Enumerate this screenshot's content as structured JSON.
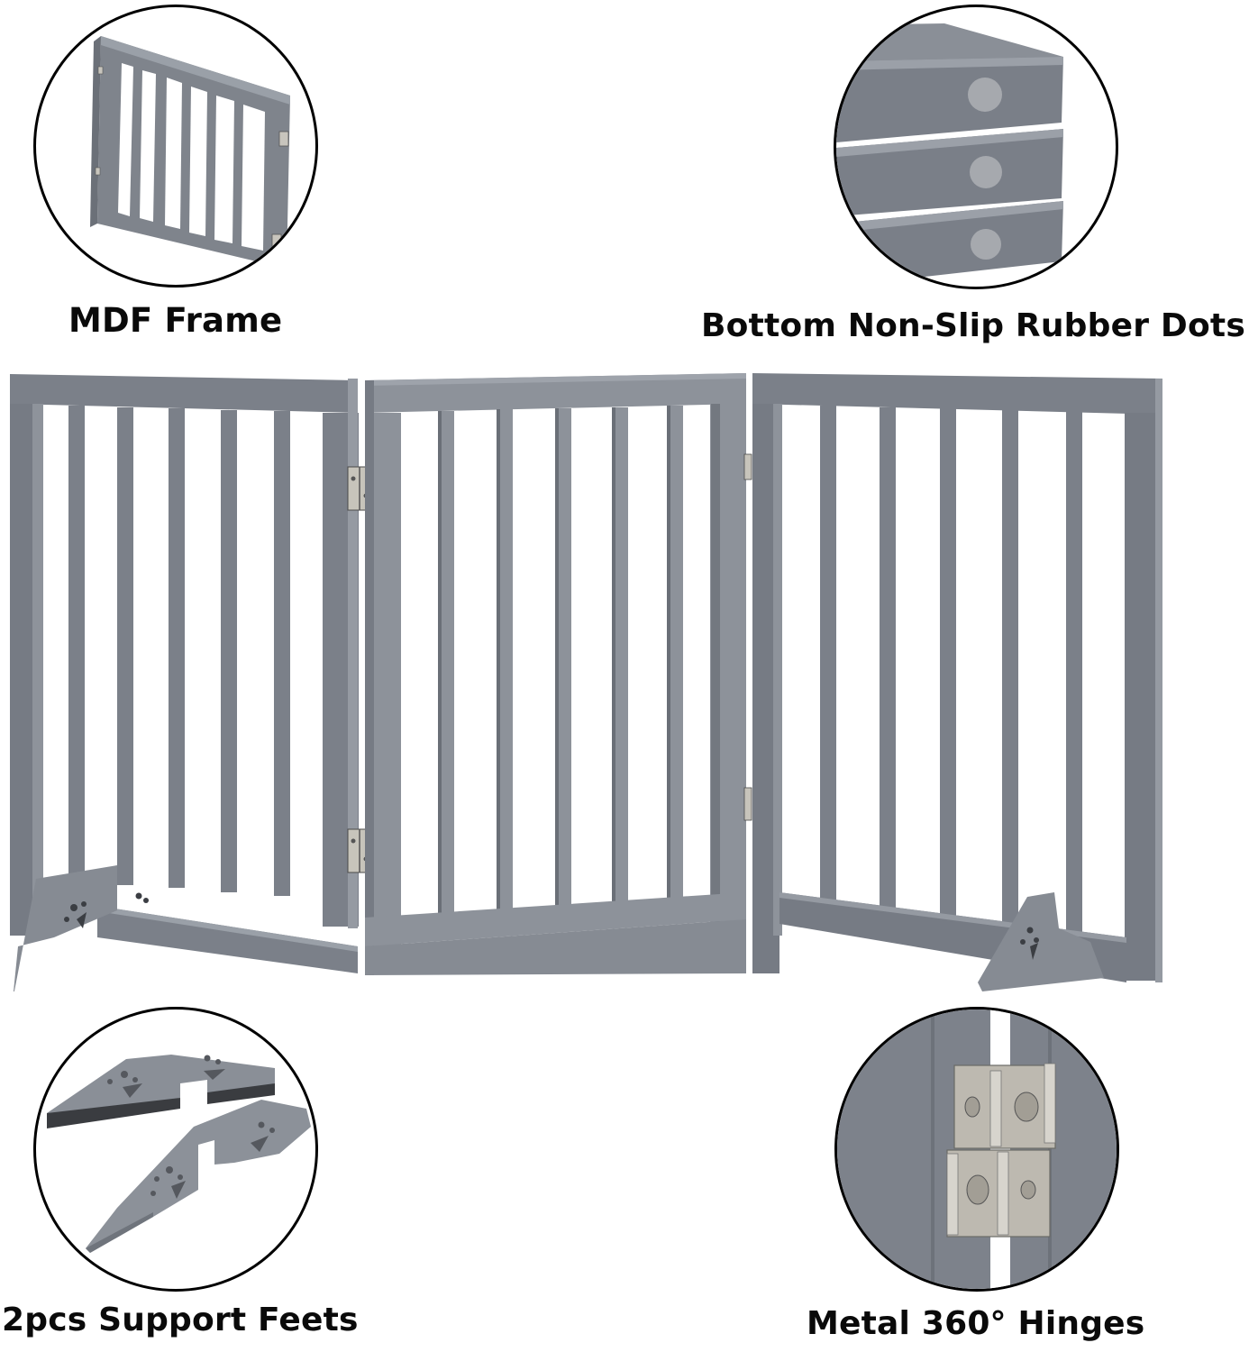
{
  "features": {
    "mdf_frame": {
      "label": "MDF Frame",
      "icon": "gate-panel-icon"
    },
    "rubber_dots": {
      "label": "Bottom Non-Slip Rubber Dots",
      "icon": "rubber-dots-icon"
    },
    "support_feet": {
      "label": "2pcs Support Feets",
      "icon": "support-feet-icon"
    },
    "hinges": {
      "label": "Metal 360° Hinges",
      "icon": "hinge-icon"
    }
  },
  "product": {
    "name": "3-panel folding pet gate",
    "panels": 3,
    "slats_per_panel": 6,
    "color": "#7d828b"
  },
  "colors": {
    "frame": "#7d828b",
    "frame_dark": "#6a6f77",
    "frame_light": "#959aa2",
    "metal": "#c9c6bd",
    "outline": "#000000",
    "text": "#0a0a0a"
  }
}
